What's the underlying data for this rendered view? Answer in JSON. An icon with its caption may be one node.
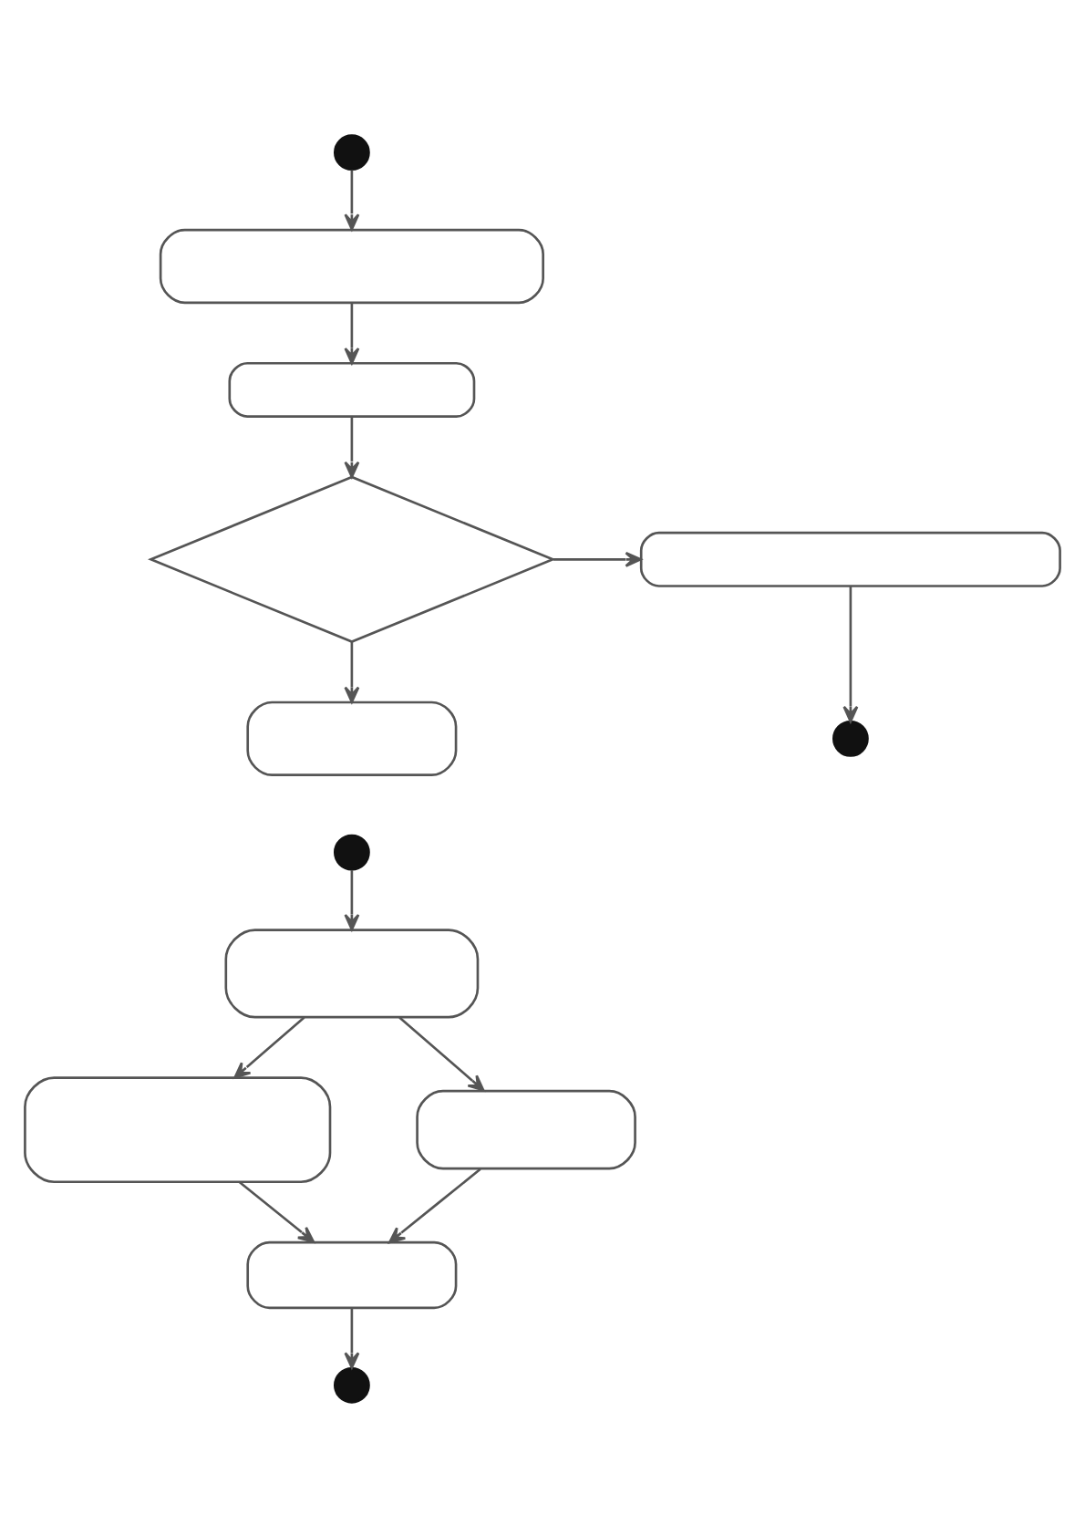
{
  "diagram": {
    "nodes": [
      {
        "text": [],
        "shape": "circle"
      },
      {
        "text": [],
        "shape": "box"
      },
      {
        "text": [],
        "shape": "box"
      },
      {
        "text": [],
        "shape": "diamond"
      },
      {
        "text": [],
        "shape": "box"
      },
      {
        "text": [],
        "shape": "circle"
      },
      {
        "text": [],
        "shape": "box"
      },
      {
        "text": [],
        "shape": "circle"
      },
      {
        "text": [],
        "shape": "box"
      },
      {
        "text": [],
        "shape": "box"
      },
      {
        "text": [],
        "shape": "box"
      },
      {
        "text": [],
        "shape": "box"
      },
      {
        "text": [],
        "shape": "circle"
      }
    ],
    "edges": [
      {
        "from": 0,
        "to": 1,
        "arrow": "to"
      },
      {
        "from": 1,
        "to": 2,
        "arrow": "to"
      },
      {
        "from": 2,
        "to": 3,
        "arrow": "to"
      },
      {
        "from": 3,
        "to": 4,
        "arrow": "to"
      },
      {
        "from": 4,
        "to": 5,
        "arrow": "to"
      },
      {
        "from": 3,
        "to": 6,
        "arrow": "to"
      },
      {
        "from": 7,
        "to": 8,
        "arrow": "to"
      },
      {
        "from": 8,
        "to": 9,
        "arrow": "to"
      },
      {
        "from": 8,
        "to": 10,
        "arrow": "to"
      },
      {
        "from": 9,
        "to": 11,
        "arrow": "to"
      },
      {
        "from": 10,
        "to": 11,
        "arrow": "to"
      },
      {
        "from": 11,
        "to": 12,
        "arrow": "to"
      }
    ]
  }
}
